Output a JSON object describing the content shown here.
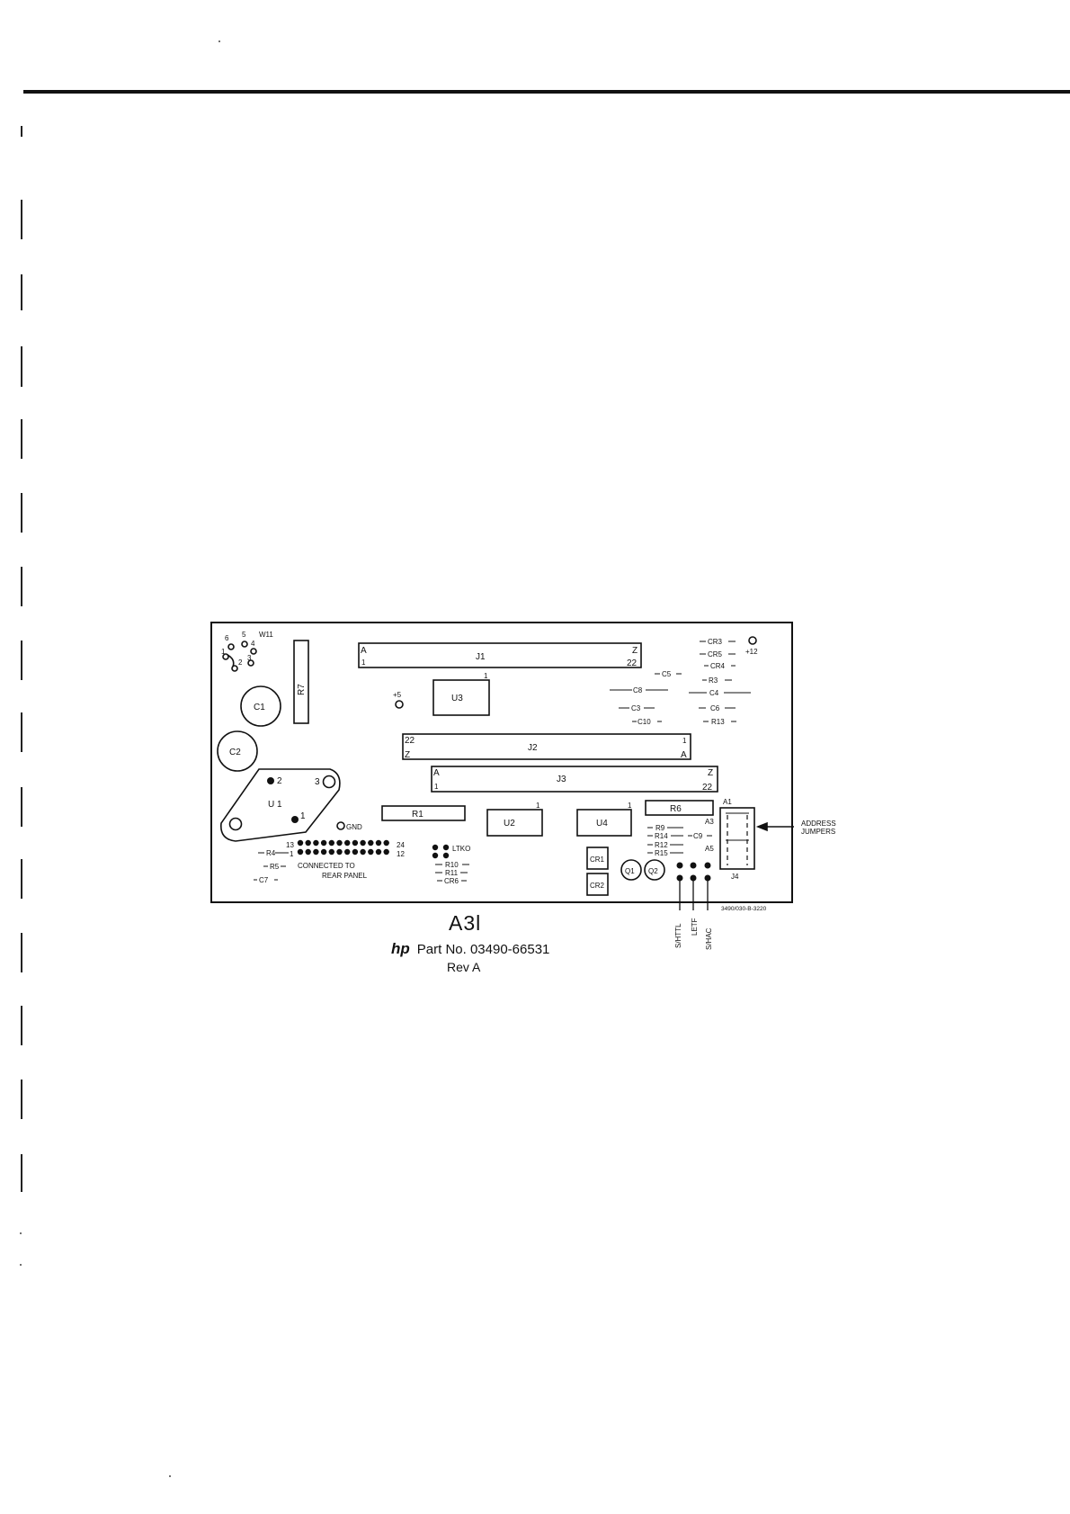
{
  "page": {
    "caption": {
      "title": "A3l",
      "logo": "hp",
      "part_label": "Part No. 03490-66531",
      "rev": "Rev A"
    },
    "drawing_number": "3490/030-B-3220"
  },
  "components": {
    "connectors": {
      "j1": {
        "name": "J1",
        "corner_a": "A",
        "corner_1": "1",
        "corner_z": "Z",
        "corner_22": "22",
        "pin1_mark": "1"
      },
      "j2": {
        "name": "J2",
        "corner_22": "22",
        "corner_z": "Z",
        "corner_1": "1",
        "corner_a": "A"
      },
      "j3": {
        "name": "J3",
        "corner_a": "A",
        "corner_1": "1",
        "corner_z": "Z",
        "corner_22": "22"
      },
      "j4": {
        "name": "J4"
      }
    },
    "ics": {
      "u1": "U 1",
      "u2": "U2",
      "u3": "U3",
      "u4": "U4",
      "pin1": "1"
    },
    "u1_pins": {
      "p1": "1",
      "p2": "2",
      "p3": "3"
    },
    "capacitors": {
      "c1": "C1",
      "c2": "C2"
    },
    "resistors_boxed": {
      "r1": "R1",
      "r6": "R6",
      "r7": "R7"
    },
    "diodes_boxed": {
      "cr1": "CR1",
      "cr2": "CR2"
    },
    "transistors": {
      "q1": "Q1",
      "q2": "Q2"
    },
    "w11": {
      "name": "W11",
      "pins": [
        "1",
        "2",
        "3",
        "4",
        "5",
        "6"
      ]
    },
    "test_points": {
      "plus5": "+5",
      "plus12": "+12",
      "gnd": "GND"
    },
    "rear_connector": {
      "pin13": "13",
      "pin1": "1",
      "pin24": "24",
      "pin12": "12",
      "note_line1": "CONNECTED TO",
      "note_line2": "REAR PANEL"
    },
    "ltko": "LTKO",
    "small_parts": {
      "r4": "R4",
      "r5": "R5",
      "c7": "C7",
      "r10": "R10",
      "r11": "R11",
      "cr6": "CR6",
      "c5": "C5",
      "c8": "C8",
      "c3": "C3",
      "c10": "C10",
      "cr3": "CR3",
      "cr5": "CR5",
      "cr4": "CR4",
      "r3": "R3",
      "c4": "C4",
      "c6": "C6",
      "r13": "R13",
      "r9": "R9",
      "r14": "R14",
      "r12": "R12",
      "r15": "R15",
      "c9": "C9"
    },
    "address": {
      "a1": "A1",
      "a3": "A3",
      "a5": "A5",
      "jumpers_line1": "ADDRESS",
      "jumpers_line2": "JUMPERS"
    },
    "jumper_labels": {
      "s_httl": "S/HTTL",
      "letf": "LETF",
      "s_hac": "S/HAC"
    }
  }
}
